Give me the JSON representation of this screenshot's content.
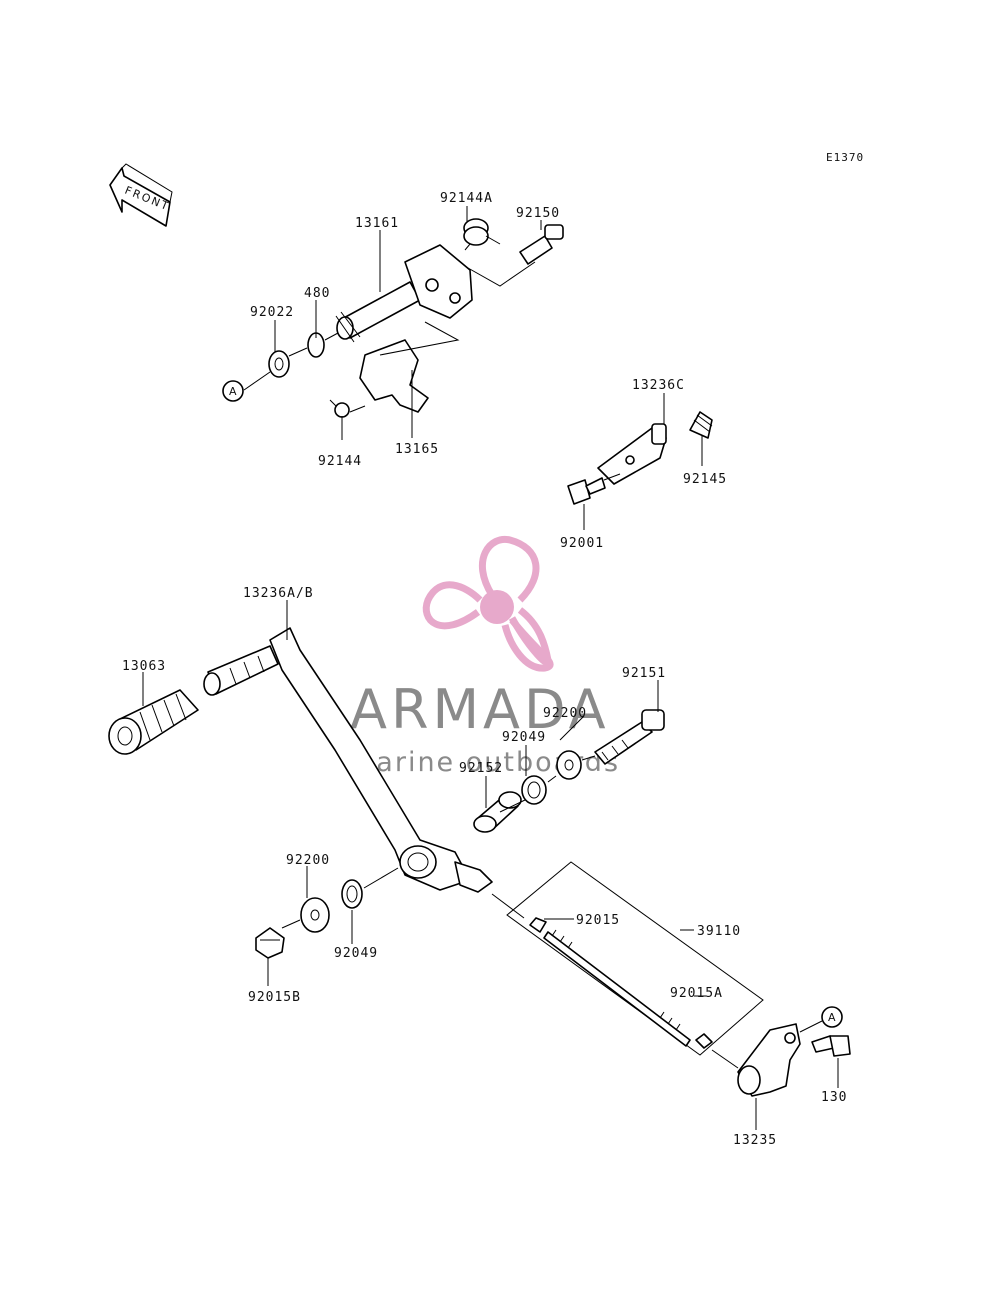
{
  "diagram_code": "E1370",
  "front_arrow": "FRONT",
  "callout_a": "A",
  "watermark": {
    "brand": "ARMADA",
    "tagline": "marine outboards",
    "logo_color": "#e7a9cb"
  },
  "labels": {
    "p92144A": "92144A",
    "p92150": "92150",
    "p13161": "13161",
    "p480": "480",
    "p92022": "92022",
    "p92144": "92144",
    "p13165": "13165",
    "p13236C": "13236C",
    "p92145": "92145",
    "p92001": "92001",
    "p13236AB": "13236A/B",
    "p13063": "13063",
    "p92151": "92151",
    "p92200a": "92200",
    "p92049a": "92049",
    "p92152": "92152",
    "p92200b": "92200",
    "p92049b": "92049",
    "p92015B": "92015B",
    "p92015": "92015",
    "p39110": "39110",
    "p92015A": "92015A",
    "p130": "130",
    "p13235": "13235"
  }
}
